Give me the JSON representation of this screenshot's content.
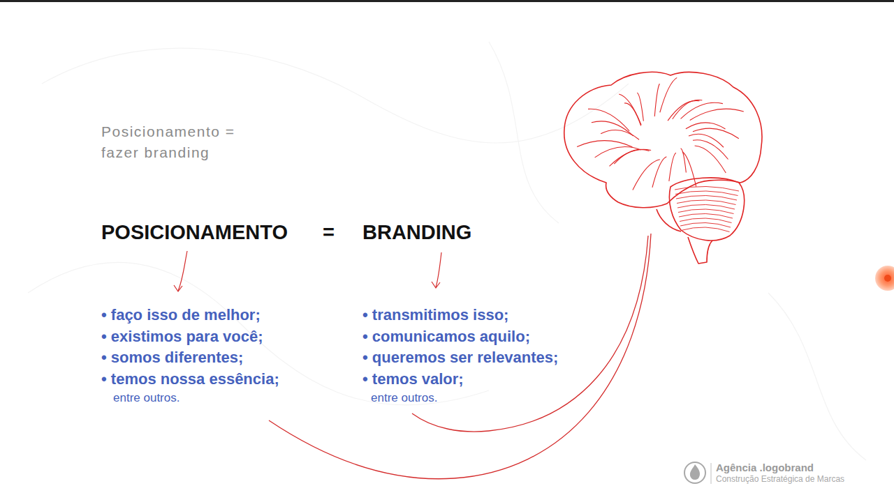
{
  "diagram": {
    "title": "Posicionamento = fazer branding",
    "labels": [
      "POSICIONAMENTO",
      "=",
      "BRANDING",
      "• faço isso de melhor;",
      "• existimos para você;",
      "• somos diferentes;",
      "• temos nossa essência;",
      "entre outros.",
      "• transmitimos isso;",
      "• comunicamos aquilo;",
      "• queremos ser relevantes;",
      "• temos valor;",
      "entre outros.",
      "Agência .logobrand",
      "Construção Estratégica de Marcas"
    ]
  }
}
